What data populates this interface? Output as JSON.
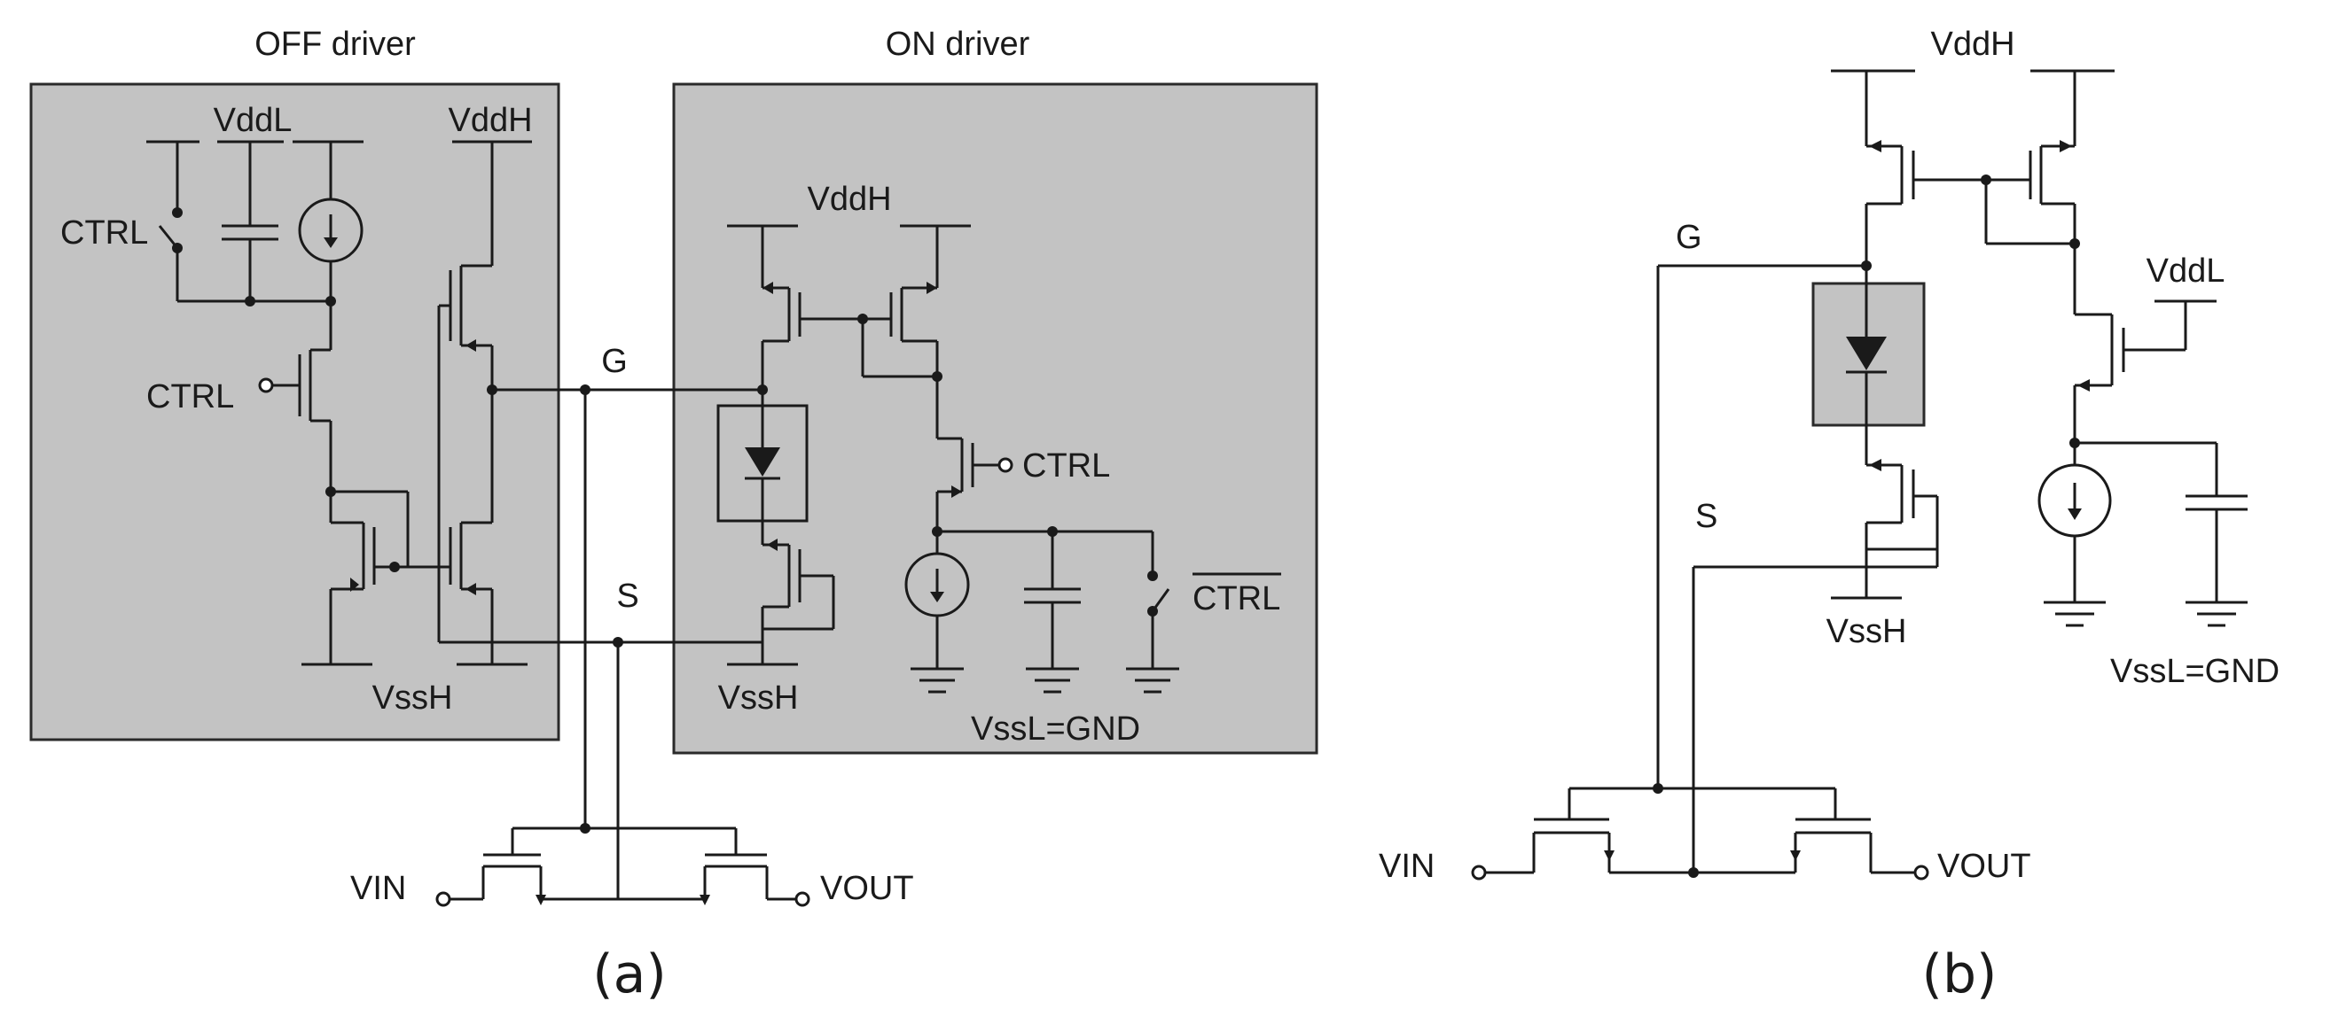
{
  "figure": {
    "a": {
      "caption": "(a)",
      "off_title": "OFF driver",
      "on_title": "ON driver",
      "vddl": "VddL",
      "vddh_off": "VddH",
      "ctrl_switch": "CTRL",
      "ctrl_gate": "CTRL",
      "vssh_off": "VssH",
      "vddh_on": "VddH",
      "ctrl_on": "CTRL",
      "ctrl_bar": "CTRL",
      "vssh_on": "VssH",
      "vssl": "VssL=GND",
      "g": "G",
      "s": "S",
      "vin": "VIN",
      "vout": "VOUT"
    },
    "b": {
      "caption": "(b)",
      "vddh": "VddH",
      "vddl": "VddL",
      "g": "G",
      "s": "S",
      "vssh": "VssH",
      "vssl": "VssL=GND",
      "vin": "VIN",
      "vout": "VOUT"
    }
  }
}
